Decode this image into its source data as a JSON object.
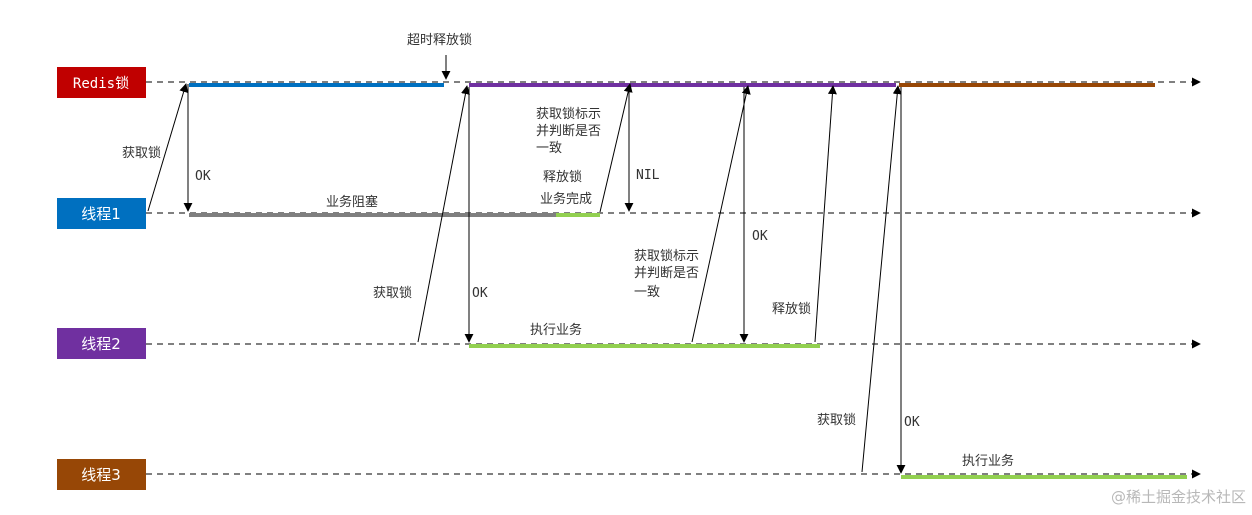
{
  "lanes": [
    {
      "id": "redis",
      "label": "Redis锁",
      "color": "#c00000"
    },
    {
      "id": "t1",
      "label": "线程1",
      "color": "#0070c0"
    },
    {
      "id": "t2",
      "label": "线程2",
      "color": "#7030a0"
    },
    {
      "id": "t3",
      "label": "线程3",
      "color": "#974706"
    }
  ],
  "segment_colors": {
    "thread1_hold": "#0070c0",
    "thread2_hold": "#7030a0",
    "thread3_hold": "#974706",
    "blocked": "#7f7f7f",
    "running": "#92d050"
  },
  "labels": {
    "timeout_release": "超时释放锁",
    "acquire_lock": "获取锁",
    "ok": "OK",
    "nil": "NIL",
    "business_blocked": "业务阻塞",
    "release_lock": "释放锁",
    "business_done": "业务完成",
    "check_mark_lines": [
      "获取锁标示",
      "并判断是否",
      "一致"
    ],
    "execute_business": "执行业务"
  },
  "watermark": "@稀土掘金技术社区"
}
